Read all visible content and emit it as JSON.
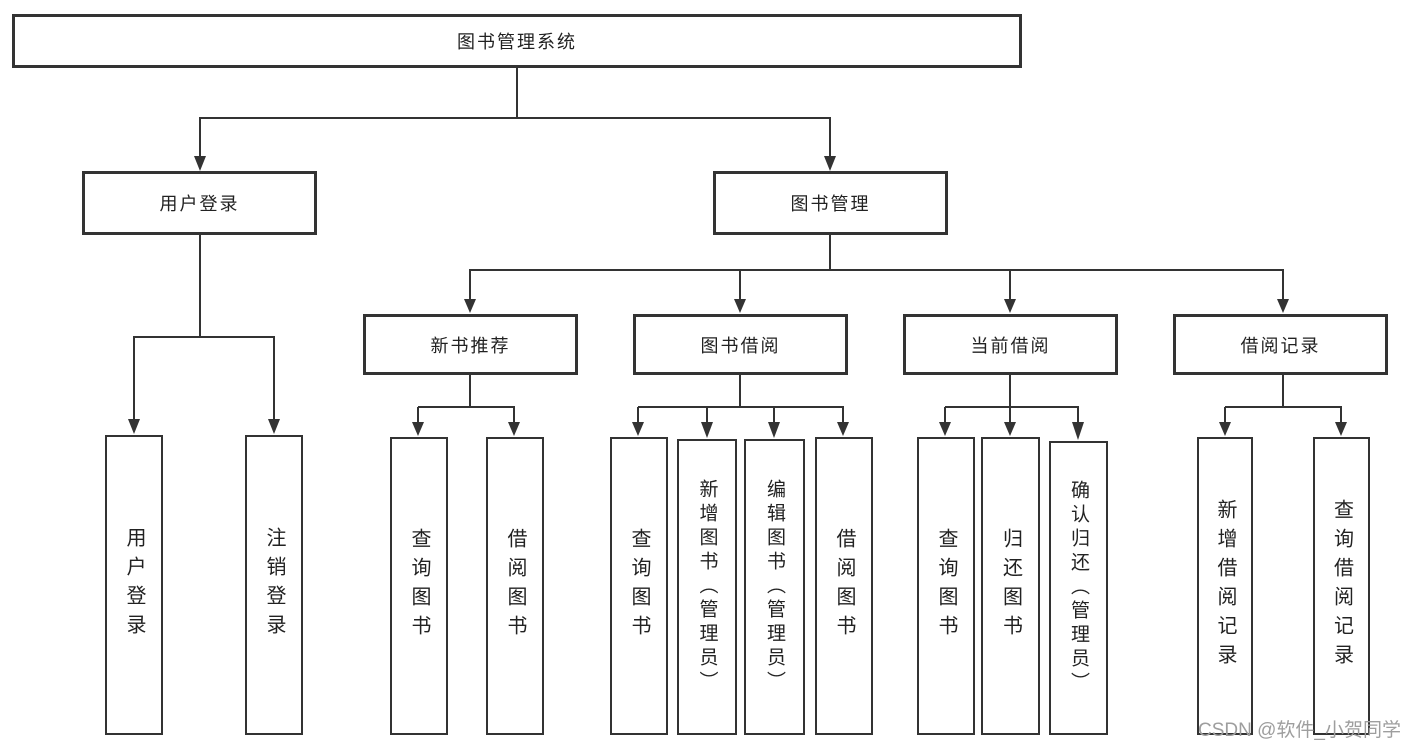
{
  "tree": {
    "label": "图书管理系统",
    "children": [
      {
        "label": "用户登录",
        "children": [
          {
            "label": "用户登录"
          },
          {
            "label": "注销登录"
          }
        ]
      },
      {
        "label": "图书管理",
        "children": [
          {
            "label": "新书推荐",
            "children": [
              {
                "label": "查询图书"
              },
              {
                "label": "借阅图书"
              }
            ]
          },
          {
            "label": "图书借阅",
            "children": [
              {
                "label": "查询图书"
              },
              {
                "label": "新增图书（管理员）"
              },
              {
                "label": "编辑图书（管理员）"
              },
              {
                "label": "借阅图书"
              }
            ]
          },
          {
            "label": "当前借阅",
            "children": [
              {
                "label": "查询图书"
              },
              {
                "label": "归还图书"
              },
              {
                "label": "确认归还（管理员）"
              }
            ]
          },
          {
            "label": "借阅记录",
            "children": [
              {
                "label": "新增借阅记录"
              },
              {
                "label": "查询借阅记录"
              }
            ]
          }
        ]
      }
    ]
  },
  "watermark": {
    "text": "CSDN @软件_小贺同学"
  },
  "colors": {
    "line": "#333333",
    "text": "#222222",
    "watermark": "#9e9e9e"
  }
}
